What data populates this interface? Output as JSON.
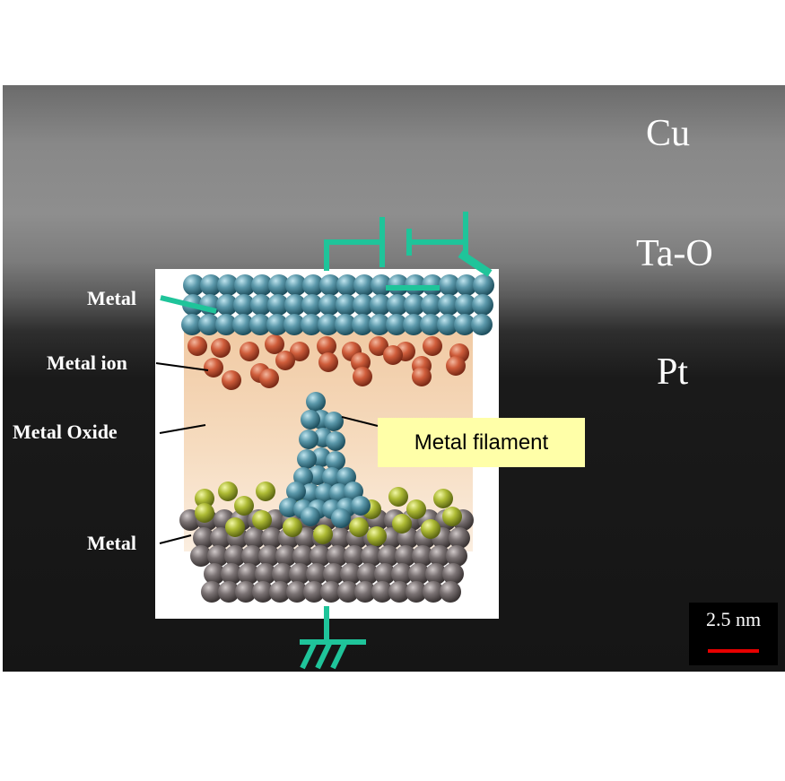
{
  "layers": {
    "top": "Cu",
    "middle": "Ta-O",
    "bottom": "Pt"
  },
  "structure_labels": {
    "top_metal": "Metal",
    "metal_ion": "Metal ion",
    "metal_oxide": "Metal Oxide",
    "bottom_metal": "Metal",
    "filament": "Metal filament"
  },
  "scale_bar": {
    "label": "2.5 nm",
    "color": "#e60000"
  },
  "colors": {
    "metal_atom": "#4f8a9c",
    "metal_ion": "#c9583a",
    "oxide_background": "#f3caa0",
    "bottom_metal_atom": "#6f6768",
    "dopant_atom": "#aabb33",
    "circuit_wire": "#1fc49a",
    "filament_label_bg": "#ffffa8"
  }
}
